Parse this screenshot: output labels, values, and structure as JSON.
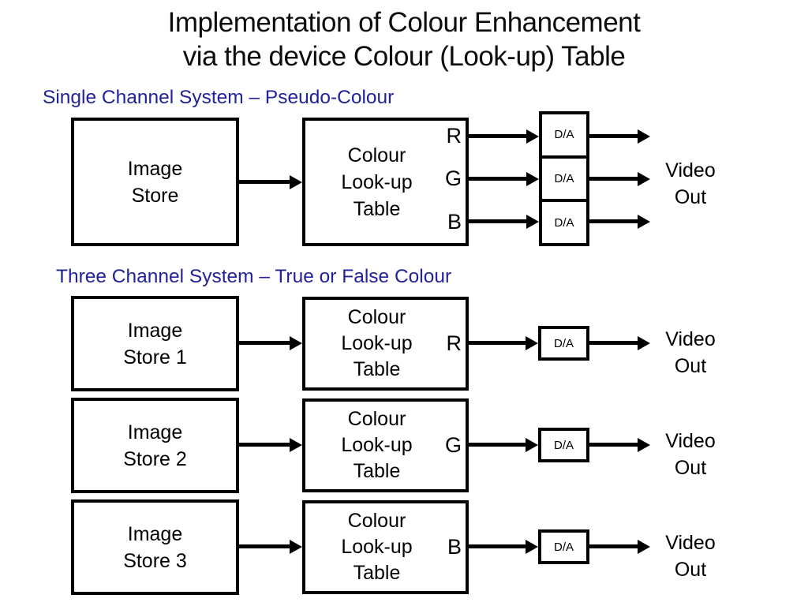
{
  "slide": {
    "title": {
      "line1": "Implementation of Colour Enhancement",
      "line2": "via the device Colour (Look-up) Table"
    }
  },
  "colors": {
    "heading_blue": "#22229a",
    "diagram_black": "#000000",
    "background": "#ffffff"
  },
  "single_channel": {
    "heading": "Single Channel System – Pseudo-Colour",
    "image_store_label": "Image\nStore",
    "clt_label": "Colour\nLook-up\nTable",
    "channels": [
      "R",
      "G",
      "B"
    ],
    "da_labels": [
      "D/A",
      "D/A",
      "D/A"
    ],
    "video_out_label": "Video\nOut"
  },
  "three_channel": {
    "heading": "Three Channel System – True or False Colour",
    "rows": [
      {
        "image_store_label": "Image\nStore 1",
        "clt_label": "Colour\nLook-up\nTable",
        "channel": "R",
        "da_label": "D/A",
        "video_out_label": "Video\nOut"
      },
      {
        "image_store_label": "Image\nStore 2",
        "clt_label": "Colour\nLook-up\nTable",
        "channel": "G",
        "da_label": "D/A",
        "video_out_label": "Video\nOut"
      },
      {
        "image_store_label": "Image\nStore 3",
        "clt_label": "Colour\nLook-up\nTable",
        "channel": "B",
        "da_label": "D/A",
        "video_out_label": "Video\nOut"
      }
    ]
  }
}
